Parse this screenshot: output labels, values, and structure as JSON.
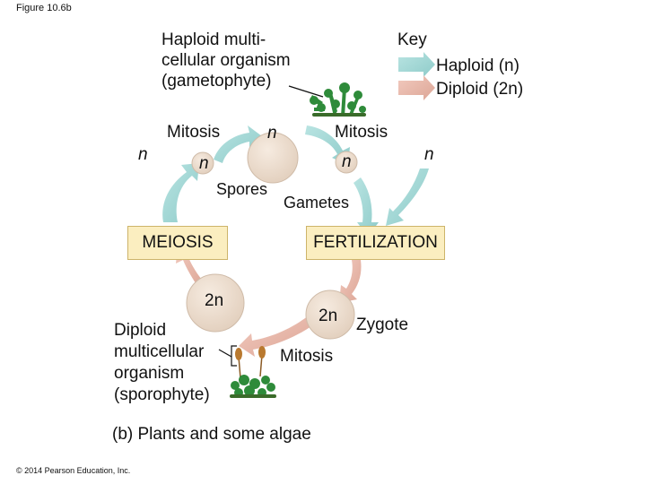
{
  "figure_label": "Figure 10.6b",
  "key": {
    "title": "Key",
    "haploid_label": "Haploid (n)",
    "diploid_label": "Diploid (2n)",
    "haploid_color": "#9ed5d3",
    "diploid_color": "#e8b5a8"
  },
  "gametophyte_label": [
    "Haploid multi-",
    "cellular organism",
    "(gametophyte)"
  ],
  "mitosis_left": "Mitosis",
  "mitosis_right": "Mitosis",
  "mitosis_bottom": "Mitosis",
  "n": "n",
  "two_n": "2n",
  "spores": "Spores",
  "gametes": "Gametes",
  "meiosis": "MEIOSIS",
  "fertilization": "FERTILIZATION",
  "zygote": "Zygote",
  "sporophyte_label": [
    "Diploid",
    "multicellular",
    "organism",
    "(sporophyte)"
  ],
  "caption": "(b) Plants and some algae",
  "copyright": "© 2014 Pearson Education, Inc.",
  "colors": {
    "cell_fill": "#ecdccd",
    "cell_stroke": "#cfbba8",
    "box_fill": "#fbeec0",
    "plant_green": "#2e8b3a",
    "capsule_brown": "#b9792f"
  }
}
